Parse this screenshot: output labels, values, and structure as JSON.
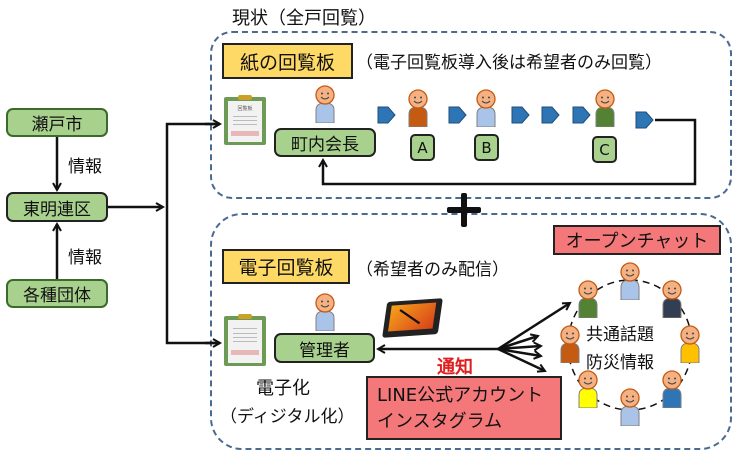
{
  "title": "現状（全戸回覧）",
  "left": {
    "city": "瀬戸市",
    "district": "東明連区",
    "groups": "各種団体",
    "info_top": "情報",
    "info_bottom": "情報"
  },
  "paper": {
    "label": "紙の回覧板",
    "note": "（電子回覧板導入後は希望者のみ回覧）",
    "chief": "町内会長",
    "residents": [
      "A",
      "B",
      "C"
    ],
    "clipboard_text": "回覧板"
  },
  "plus": "+",
  "digital": {
    "label": "電子回覧板",
    "note": "（希望者のみ配信）",
    "admin": "管理者",
    "digitize_line1": "電子化",
    "digitize_line2": "（ディジタル化）",
    "notify": "通知",
    "channels_line1": "LINE公式アカウント",
    "channels_line2": "インスタグラム",
    "openchat": "オープンチャット",
    "topic_line1": "共通話題",
    "topic_line2": "防災情報"
  },
  "colors": {
    "green_box": "#a9d18e",
    "yellow_label": "#ffd966",
    "red_box": "#f4787a",
    "notify_text": "#e02020",
    "arrow_blue": "#2e75b6",
    "dash_border": "#4a6a90",
    "face": "#f4b183"
  },
  "people_colors": {
    "chief": "#a9c4e8",
    "A": "#c55a11",
    "B": "#a9c4e8",
    "C": "#548235",
    "admin": "#a9c4e8",
    "circle": [
      "#a9c4e8",
      "#333f50",
      "#ffc000",
      "#2e75b6",
      "#a9c4e8",
      "#ffff00",
      "#c55a11",
      "#548235"
    ]
  }
}
